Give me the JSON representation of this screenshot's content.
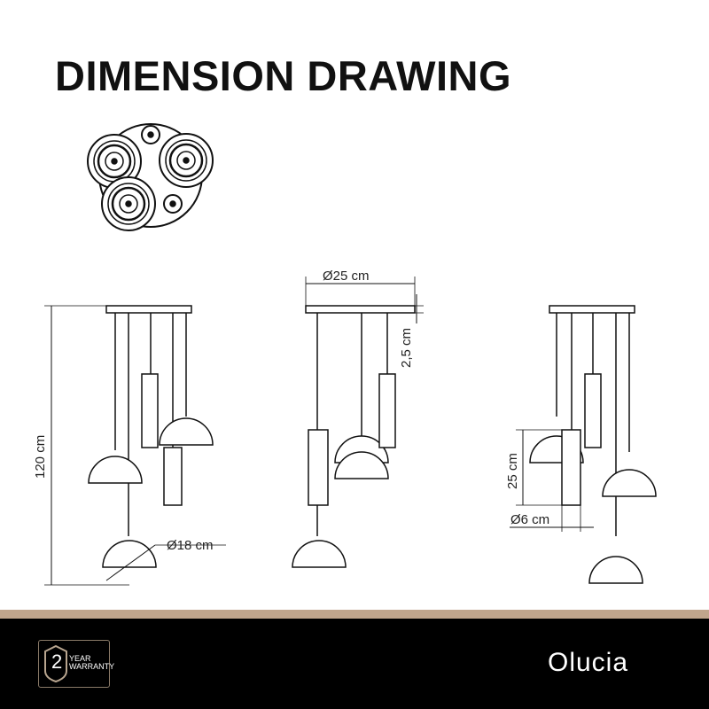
{
  "title": "DIMENSION DRAWING",
  "dimensions": {
    "height": "120 cm",
    "canopy_diameter": "Ø25 cm",
    "canopy_height": "2,5 cm",
    "globe_diameter": "Ø18 cm",
    "cylinder_height": "25 cm",
    "cylinder_diameter": "Ø6 cm"
  },
  "footer": {
    "warranty_number": "2",
    "warranty_line1": "YEAR",
    "warranty_line2": "WARRANTY",
    "brand": "Olucia"
  },
  "colors": {
    "band": "#c0a58c",
    "footer": "#000000"
  }
}
